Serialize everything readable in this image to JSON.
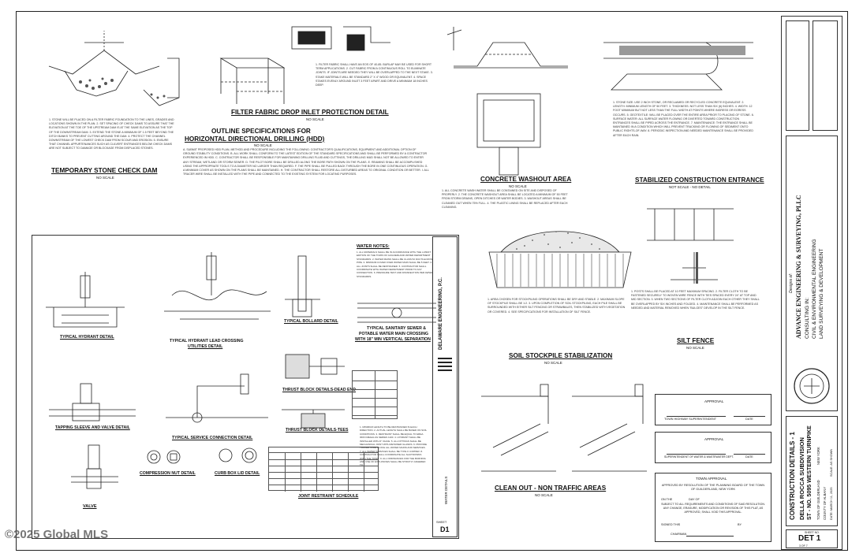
{
  "watermark": "©2025 Global MLS",
  "details": {
    "stone_check_dam": {
      "title": "TEMPORARY STONE CHECK DAM",
      "scale": "NO SCALE"
    },
    "filter_fabric": {
      "title": "FILTER FABRIC DROP INLET PROTECTION DETAIL",
      "scale": "NO SCALE"
    },
    "hdd_spec": {
      "title_line1": "OUTLINE SPECIFICATIONS FOR",
      "title_line2": "HORIZONTAL DIRECTIONAL DRILLING (HDD)",
      "scale": "NO SCALE"
    },
    "concrete_washout": {
      "title": "CONCRETE WASHOUT AREA",
      "scale": "NO SCALE"
    },
    "stabilized_entrance": {
      "title": "STABILIZED CONSTRUCTION ENTRANCE",
      "scale": "NOT SCALE - NO DETAIL"
    },
    "silt_fence": {
      "title": "SILT FENCE",
      "scale": "NO SCALE"
    },
    "soil_stockpile": {
      "title": "SOIL STOCKPILE STABILIZATION",
      "scale": "NO SCALE"
    },
    "clean_out": {
      "title": "CLEAN OUT - NON TRAFFIC AREAS",
      "scale": "NO SCALE"
    },
    "hydrant": {
      "title": "TYPICAL HYDRANT DETAIL"
    },
    "hydrant_lead": {
      "title_line1": "TYPICAL HYDRANT LEAD CROSSING",
      "title_line2": "UTILITIES DETAIL"
    },
    "bollard": {
      "title": "TYPICAL BOLLARD DETAIL"
    },
    "sanitary_sewer": {
      "title_line1": "TYPICAL SANITARY SEWER &",
      "title_line2": "POTABLE WATER MAIN CROSSING",
      "title_line3": "WITH 18\" MIN VERTICAL SEPARATION"
    },
    "tapping_sleeve": {
      "title": "TAPPING SLEEVE AND VALVE DETAIL"
    },
    "service_connection": {
      "title": "TYPICAL SERVICE CONNECTION DETAIL"
    },
    "thrust_dead_end": {
      "title": "THRUST BLOCK DETAILS-DEAD END"
    },
    "thrust_tees": {
      "title": "THRUST BLOCK DETAILS-TEES"
    },
    "valve": {
      "title": "VALVE"
    },
    "compression_nut": {
      "title": "COMPRESSION NUT DETAIL"
    },
    "curb_box": {
      "title": "CURB BOX LID DETAIL"
    },
    "joint_restraint": {
      "title": "JOINT RESTRAINT SCHEDULE"
    },
    "water_notes": {
      "title": "WATER NOTES:"
    }
  },
  "inset": {
    "company": "DELAWARE ENGINEERING, P.C.",
    "sheet_label": "SHEET",
    "sheet_no": "D1",
    "water_details": "WATER DETAILS"
  },
  "approvals": {
    "box1_title": "APPROVAL",
    "box1_sig": "TOWN HIGHWAY SUPERINTENDENT",
    "box1_date": "DATE",
    "box2_title": "APPROVAL",
    "box2_sig": "SUPERINTENDENT OF WATER & WASTEWATER DEPT.",
    "box2_date": "DATE",
    "town_title": "TOWN APPROVAL",
    "town_text": "APPROVED BY RESOLUTION OF THE PLANNING BOARD OF THE TOWN OF GUILDERLAND, NEW YORK",
    "town_on": "ON THE",
    "town_day": "DAY OF",
    "town_subject": "SUBJECT TO ALL REQUIREMENTS AND CONDITIONS OF SAID RESOLUTION. ANY CHANGE, ERASURE, MODIFICATION OR REVISION OF THIS PLAT, AS APPROVED, SHALL VOID THIS APPROVAL.",
    "town_signed": "SIGNED THIS",
    "town_by": "BY",
    "town_chairman": "CHAIRMAN"
  },
  "title_block": {
    "designs_of": "Designs of:",
    "company": "ADVANCE ENGINEERING & SURVEYING, PLLC",
    "services": [
      "CONSULTING IN:",
      "CIVIL & ENVIRONMENTAL ENGINEERING",
      "LAND SURVEYING & DEVELOPMENT"
    ],
    "sheet_title": "CONSTRUCTION DETAILS - 1",
    "project": "DELLA ROCCA SUBDIVISION",
    "address": "ST - NO. 5095 WESTERN TURNPIKE",
    "town": "TOWN OF GUILDERLAND",
    "county": "COUNTY OF ALBANY",
    "state": "NEW YORK",
    "date_label": "DATE: MARCH 11, 2025",
    "scale_label": "SCALE: AS SHOWN",
    "sheet_no_label": "SHEET NO.",
    "sheet_no": "DET 1",
    "sheet_of": "3 OF 7"
  }
}
